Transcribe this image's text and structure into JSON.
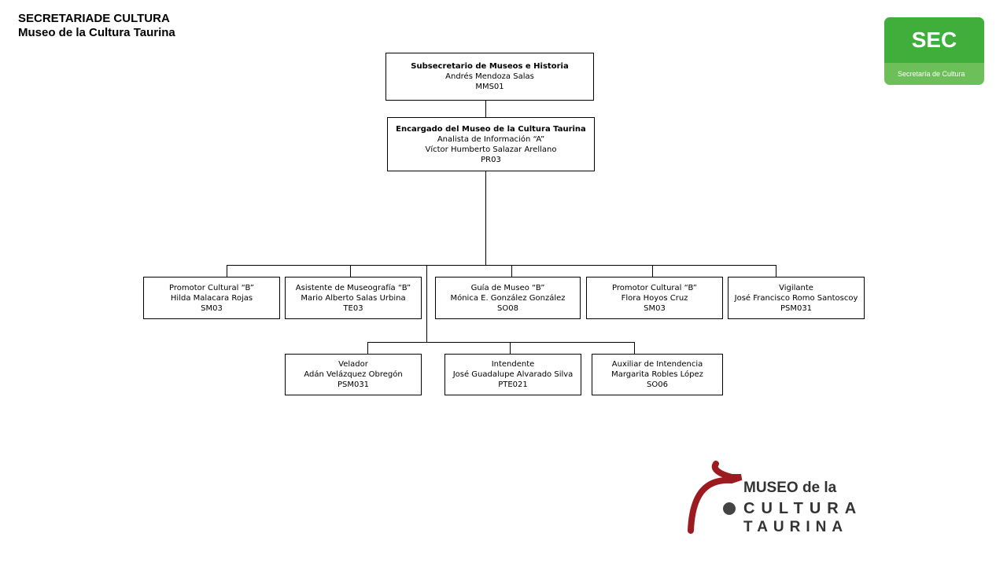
{
  "header": {
    "line1": "SECRETARIADE CULTURA",
    "line2": "Museo de la Cultura Taurina"
  },
  "sec_logo": {
    "text": "SEC",
    "subtitle": "Secretaría de Cultura",
    "color": "#3fae3b"
  },
  "museum_logo": {
    "line1": "MUSEO de la",
    "line2": "CULTURA",
    "line3": "TAURINA",
    "accent_color": "#9b1b20"
  },
  "org": {
    "subsecretario": {
      "title": "Subsecretario de Museos e Historia",
      "name": "Andrés Mendoza Salas",
      "code": "MMS01"
    },
    "encargado": {
      "title": "Encargado del Museo de la Cultura Taurina",
      "role": "Analista de Información “A”",
      "name": "Víctor Humberto Salazar Arellano",
      "code": "PR03"
    },
    "staff": [
      {
        "title": "Promotor Cultural “B”",
        "name": "Hilda Malacara Rojas",
        "code": "SM03"
      },
      {
        "title": "Asistente de Museografía “B”",
        "name": "Mario Alberto Salas Urbina",
        "code": "TE03"
      },
      {
        "title": "Guía de Museo “B”",
        "name": "Mónica E. González González",
        "code": "SO08"
      },
      {
        "title": "Promotor Cultural “B”",
        "name": "Flora Hoyos Cruz",
        "code": "SM03"
      },
      {
        "title": "Vigilante",
        "name": "José Francisco Romo Santoscoy",
        "code": "PSM031"
      }
    ],
    "support": [
      {
        "title": "Velador",
        "name": "Adán Velázquez Obregón",
        "code": "PSM031"
      },
      {
        "title": "Intendente",
        "name": "José Guadalupe Alvarado Silva",
        "code": "PTE021"
      },
      {
        "title": "Auxiliar de Intendencia",
        "name": "Margarita Robles López",
        "code": "SO06"
      }
    ]
  }
}
